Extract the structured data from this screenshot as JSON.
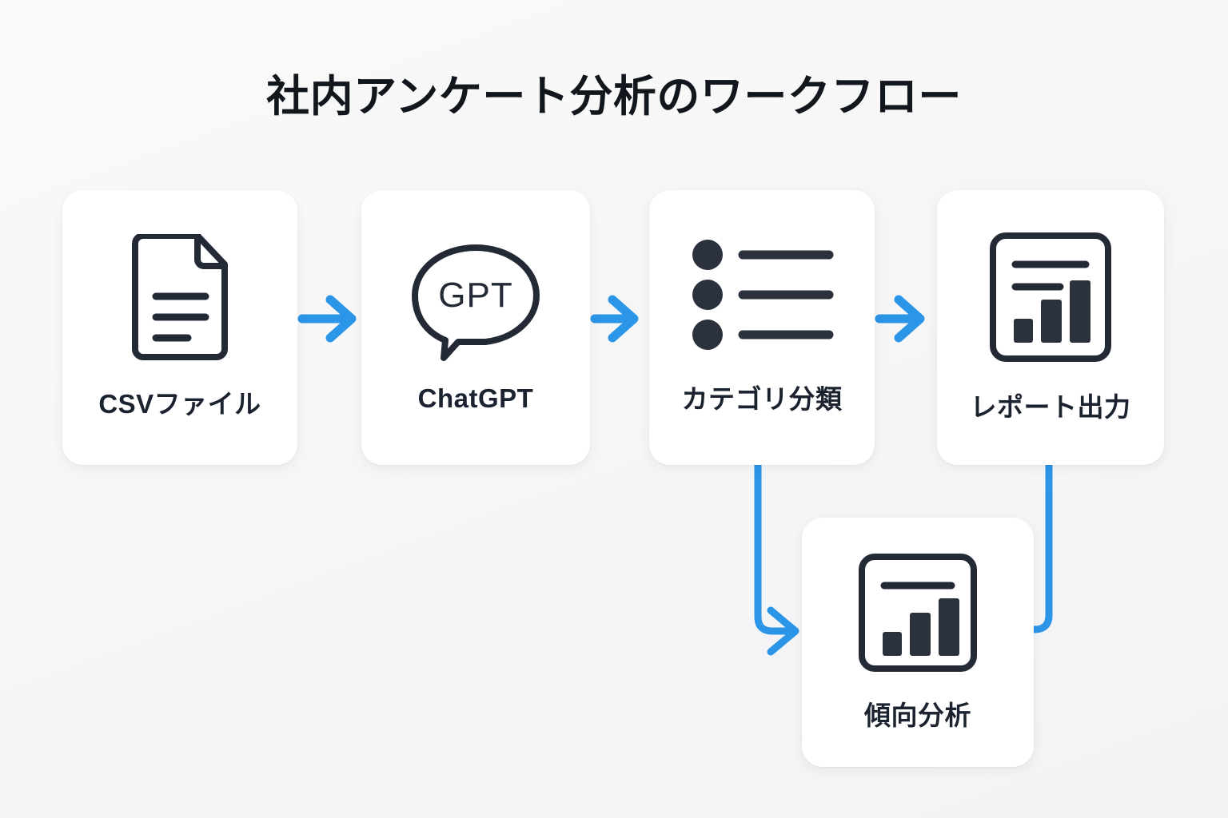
{
  "page": {
    "title": "社内アンケート分析のワークフロー",
    "background_color": "#f7f7f8",
    "card_color": "#ffffff",
    "icon_color": "#232a36",
    "accent_color": "#2b95e8",
    "text_color": "#1c2330"
  },
  "nodes": [
    {
      "id": "csv",
      "label": "CSVファイル",
      "icon": "document-icon",
      "row": "top",
      "order": 1
    },
    {
      "id": "chatgpt",
      "label": "ChatGPT",
      "icon": "speech-bubble-gpt-icon",
      "icon_text": "GPT",
      "row": "top",
      "order": 2
    },
    {
      "id": "category",
      "label": "カテゴリ分類",
      "icon": "bulleted-list-icon",
      "row": "top",
      "order": 3
    },
    {
      "id": "report",
      "label": "レポート出力",
      "icon": "report-chart-icon",
      "row": "top",
      "order": 4
    },
    {
      "id": "trend",
      "label": "傾向分析",
      "icon": "bar-chart-icon",
      "row": "bottom",
      "order": 5
    }
  ],
  "connectors": [
    {
      "id": "csv-to-chatgpt",
      "from": "csv",
      "to": "chatgpt",
      "style": "straight-arrow",
      "direction": "right"
    },
    {
      "id": "chatgpt-to-category",
      "from": "chatgpt",
      "to": "category",
      "style": "straight-arrow",
      "direction": "right"
    },
    {
      "id": "category-to-report",
      "from": "category",
      "to": "report",
      "style": "straight-arrow",
      "direction": "right"
    },
    {
      "id": "category-to-trend",
      "from": "category",
      "to": "trend",
      "style": "elbow-arrow",
      "direction": "down-right"
    },
    {
      "id": "report-to-trend",
      "from": "report",
      "to": "trend",
      "style": "elbow-line",
      "direction": "down-left"
    }
  ]
}
